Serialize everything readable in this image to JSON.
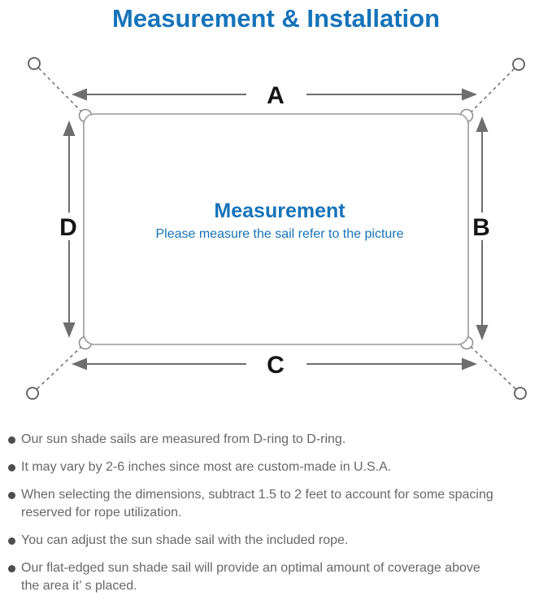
{
  "title": "Measurement & Installation",
  "diagram": {
    "labels": {
      "top": "A",
      "right": "B",
      "bottom": "C",
      "left": "D"
    },
    "center_heading": "Measurement",
    "center_caption": "Please measure the sail refer to the picture"
  },
  "bullets": [
    {
      "lines": [
        "Our sun shade sails are measured from D-ring to D-ring."
      ]
    },
    {
      "lines": [
        "It may vary by 2-6 inches since most are custom-made in U.S.A."
      ]
    },
    {
      "lines": [
        "When selecting the dimensions, subtract 1.5 to 2 feet to account for some spacing",
        "reserved for rope utilization."
      ]
    },
    {
      "lines": [
        "You can adjust the sun shade sail with the included rope."
      ]
    },
    {
      "lines": [
        "Our flat-edged sun shade sail will provide an optimal amount of coverage above",
        "the area it’ s placed."
      ]
    }
  ],
  "colors": {
    "accent_blue": "#1673b9",
    "body_text_gray": "#686868",
    "diagram_line_gray": "#6e6e6e",
    "sail_outline_gray": "#9a9a9a",
    "label_black": "#151515"
  }
}
